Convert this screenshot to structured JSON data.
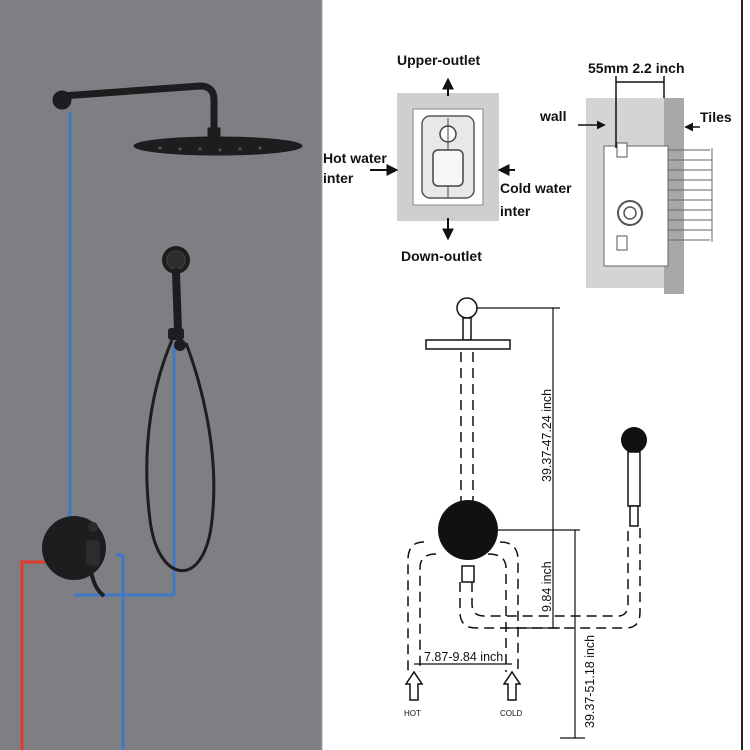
{
  "install_labels": {
    "upper_outlet": "Upper-outlet",
    "down_outlet": "Down-outlet",
    "hot_inlet_line1": "Hot water",
    "hot_inlet_line2": "inter",
    "cold_inlet_line1": "Cold water",
    "cold_inlet_line2": "inter"
  },
  "wall_section": {
    "depth_label": "55mm 2.2 inch",
    "wall_label": "wall",
    "tiles_label": "Tiles"
  },
  "dimensions": {
    "head_height": "39.37-47.24 inch",
    "valve_to_bend": "9.84 inch",
    "inlet_spacing": "7.87-9.84 inch",
    "floor_to_valve": "39.37-51.18 inch"
  },
  "inlets": {
    "hot": "HOT",
    "cold": "COLD"
  },
  "colors": {
    "panel_bg": "#7d7f82",
    "fixture": "#1d1d1f",
    "hot_pipe": "#e23a2c",
    "cold_pipe": "#3f78c8"
  }
}
